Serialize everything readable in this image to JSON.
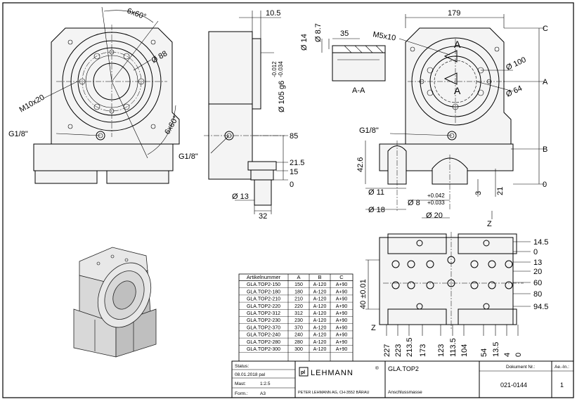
{
  "views": {
    "front": {
      "angle_top": "6x60°",
      "angle_bottom": "6x60°",
      "bore": "Ø 88",
      "thread": "M10x20",
      "port": "G1/8\""
    },
    "side": {
      "width_top": "10.5",
      "tolerance": "Ø 105 g6",
      "tol_upper": "-0.012",
      "tol_lower": "-0.034",
      "port": "G1/8\"",
      "h_85": "85",
      "h_21_5": "21.5",
      "h_15": "15",
      "h_0": "0",
      "d_13": "Ø 13",
      "w_32": "32"
    },
    "section": {
      "d_14": "Ø 14",
      "d_8_7": "Ø 8.7",
      "w_35": "35",
      "label": "A-A"
    },
    "right": {
      "w_179": "179",
      "thread": "M5x10",
      "d_100": "Ø 100",
      "d_64": "Ø 64",
      "port": "G1/8\"",
      "mark_a1": "A",
      "mark_a2": "A",
      "ref_c": "C",
      "ref_a": "A",
      "ref_b": "B",
      "ref_0": "0",
      "h_42_6": "42.6",
      "d_11": "Ø 11",
      "d_8": "Ø 8",
      "tol_up": "+0.042",
      "tol_lo": "+0.033",
      "d_18": "Ø 18",
      "d_20": "Ø 20",
      "h_3": "3",
      "h_21": "21",
      "z": "Z"
    },
    "bottom": {
      "z": "Z",
      "h_40": "40 ±0.01",
      "right_labels": [
        "14.5",
        "0",
        "13",
        "20",
        "60",
        "80",
        "94.5"
      ],
      "bottom_labels": [
        "227",
        "223",
        "213.5",
        "173",
        "123",
        "113.5",
        "104",
        "54",
        "13.5",
        "4",
        "0"
      ]
    }
  },
  "table": {
    "headers": [
      "Artikelnummer",
      "A",
      "B",
      "C"
    ],
    "rows": [
      [
        "GLA.TOP2-150",
        "150",
        "A-120",
        "A+90"
      ],
      [
        "GLA.TOP2-180",
        "180",
        "A-120",
        "A+90"
      ],
      [
        "GLA.TOP2-210",
        "210",
        "A-120",
        "A+90"
      ],
      [
        "GLA.TOP2-220",
        "220",
        "A-120",
        "A+90"
      ],
      [
        "GLA.TOP2-312",
        "312",
        "A-120",
        "A+90"
      ],
      [
        "GLA.TOP2-230",
        "230",
        "A-120",
        "A+90"
      ],
      [
        "GLA.TOP2-370",
        "370",
        "A-120",
        "A+90"
      ],
      [
        "GLA.TOP2-240",
        "240",
        "A-120",
        "A+90"
      ],
      [
        "GLA.TOP2-280",
        "280",
        "A-120",
        "A+90"
      ],
      [
        "GLA.TOP2-300",
        "300",
        "A-120",
        "A+90"
      ]
    ]
  },
  "title_block": {
    "status_label": "Status:",
    "date": "08.01.2018 pal",
    "scale_label": "Mast:",
    "scale": "1:2.5",
    "format_label": "Form.:",
    "format": "A3",
    "logo_mark": "pl",
    "company": "LEHMANN",
    "reg": "®",
    "company_address": "PETER LEHMANN AG, CH-3552 BÄRAU",
    "part_name": "GLA.TOP2",
    "description": "Anschlussmasse",
    "doc_label": "Dokument Nr.:",
    "doc_number": "021-0144",
    "rev_label": "Ae.-In.:",
    "rev": "1"
  }
}
